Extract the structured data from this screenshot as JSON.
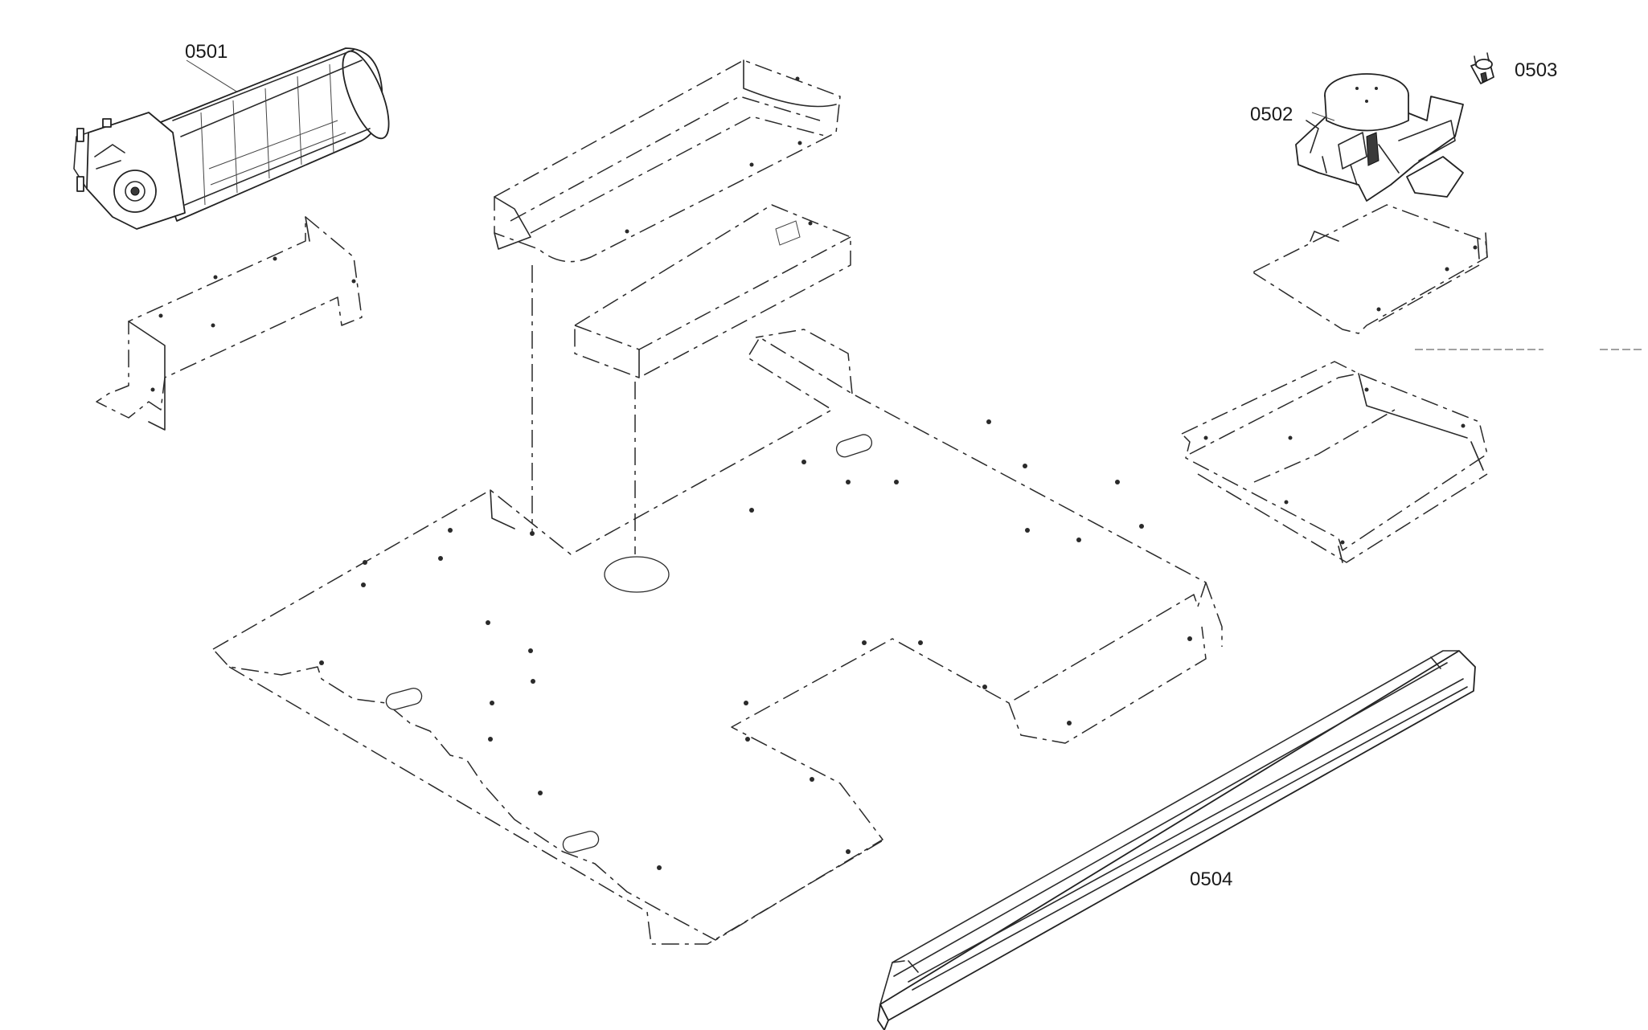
{
  "diagram": {
    "parts": [
      {
        "id": "fan-motor",
        "label": "0501"
      },
      {
        "id": "timer-switch",
        "label": "0502"
      },
      {
        "id": "thermostat",
        "label": "0503"
      },
      {
        "id": "strip-rail",
        "label": "0504"
      }
    ]
  },
  "colors": {
    "line": "#2a2a2a",
    "background": "#ffffff"
  }
}
